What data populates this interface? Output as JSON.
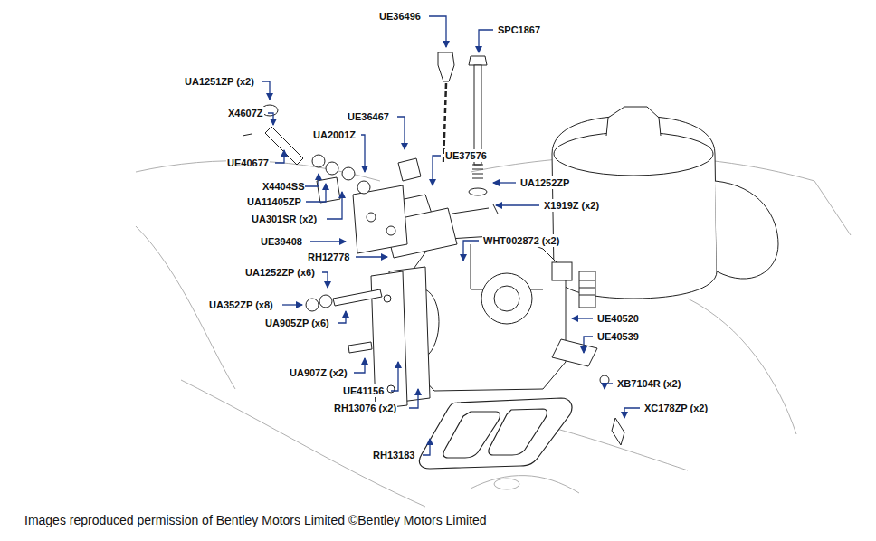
{
  "diagram": {
    "caption": "Images reproduced permission of Bentley Motors Limited ©Bentley Motors Limited",
    "labels": [
      "UE36496",
      "SPC1867",
      "UA1251ZP (x2)",
      "X4607Z",
      "UE36467",
      "UA2001Z",
      "UE40677",
      "UE37576",
      "X4404SS",
      "UA11405ZP",
      "UA1252ZP",
      "UA301SR (x2)",
      "X1919Z (x2)",
      "UE39408",
      "RH12778",
      "WHT002872 (x2)",
      "UA1252ZP (x6)",
      "UA352ZP (x8)",
      "UA905ZP (x6)",
      "UE40520",
      "UE40539",
      "UA907Z (x2)",
      "XB7104R (x2)",
      "UE41156",
      "XC178ZP (x2)",
      "RH13076 (x2)",
      "RH13183"
    ]
  }
}
